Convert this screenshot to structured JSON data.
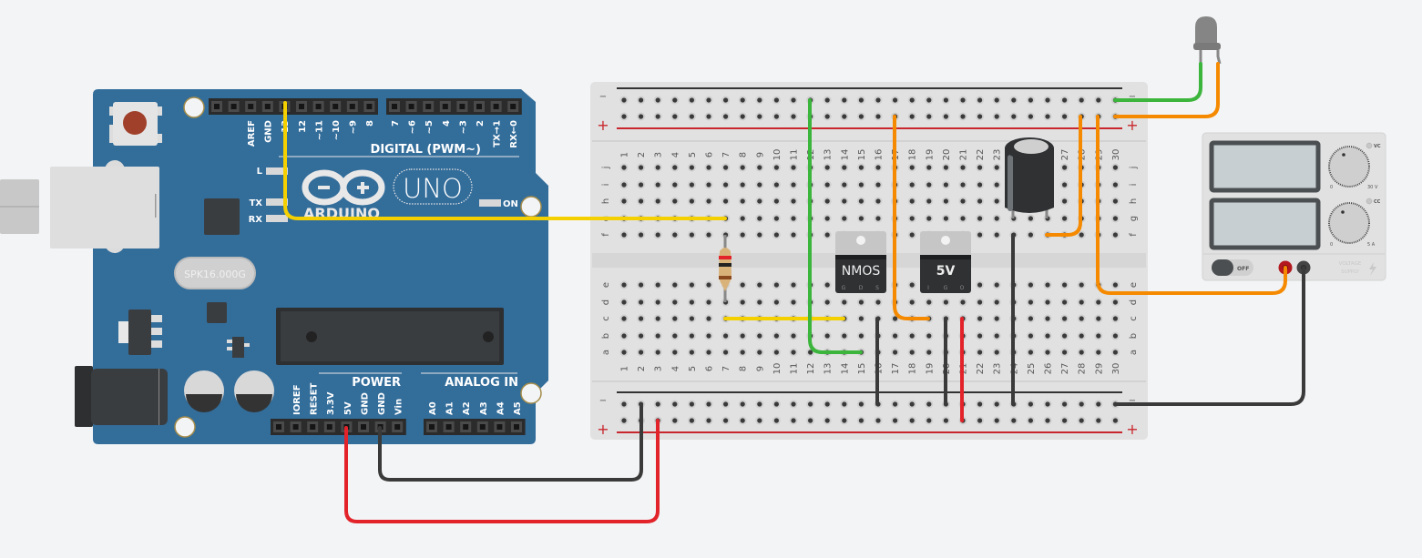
{
  "arduino": {
    "logo_text": "ARDUINO",
    "model": "UNO",
    "crystal": "SPK16.000G",
    "led_labels": [
      "L",
      "TX",
      "RX"
    ],
    "on_label": "ON",
    "digital_header_title": "DIGITAL (PWM~)",
    "digital_pins_left": [
      "AREF",
      "GND",
      "13",
      "12",
      "~11",
      "~10",
      "~9",
      "8"
    ],
    "digital_pins_right": [
      "7",
      "~6",
      "~5",
      "4",
      "~3",
      "2",
      "TX→1",
      "RX←0"
    ],
    "power_title": "POWER",
    "power_pins": [
      "IOREF",
      "RESET",
      "3.3V",
      "5V",
      "GND",
      "GND",
      "Vin"
    ],
    "analog_title": "ANALOG IN",
    "analog_pins": [
      "A0",
      "A1",
      "A2",
      "A3",
      "A4",
      "A5"
    ]
  },
  "breadboard": {
    "rail_minus": "−",
    "rail_plus": "+",
    "columns": [
      "1",
      "2",
      "3",
      "4",
      "5",
      "6",
      "7",
      "8",
      "9",
      "10",
      "11",
      "12",
      "13",
      "14",
      "15",
      "16",
      "17",
      "18",
      "19",
      "20",
      "21",
      "22",
      "23",
      "24",
      "25",
      "26",
      "27",
      "28",
      "29",
      "30"
    ],
    "top_rows": [
      "j",
      "i",
      "h",
      "g",
      "f"
    ],
    "bottom_rows": [
      "e",
      "d",
      "c",
      "b",
      "a"
    ]
  },
  "components": {
    "mosfet": {
      "label": "NMOS",
      "pins": [
        "G",
        "D",
        "S"
      ]
    },
    "regulator": {
      "label": "5V",
      "pins": [
        "I",
        "G",
        "O"
      ]
    }
  },
  "power_supply": {
    "vc_label": "VC",
    "cc_label": "CC",
    "voltage_min": "0",
    "voltage_max": "30 V",
    "current_min": "0",
    "current_max": "5 A",
    "switch_label": "OFF",
    "brand_line1": "VOLTAGE",
    "brand_line2": "SUPPLY"
  },
  "colors": {
    "arduino_board": "#336d9a",
    "wire_yellow": "#f5d000",
    "wire_green": "#3cb53c",
    "wire_orange": "#f58a00",
    "wire_red": "#e2232a",
    "wire_black": "#3a3a3a"
  }
}
